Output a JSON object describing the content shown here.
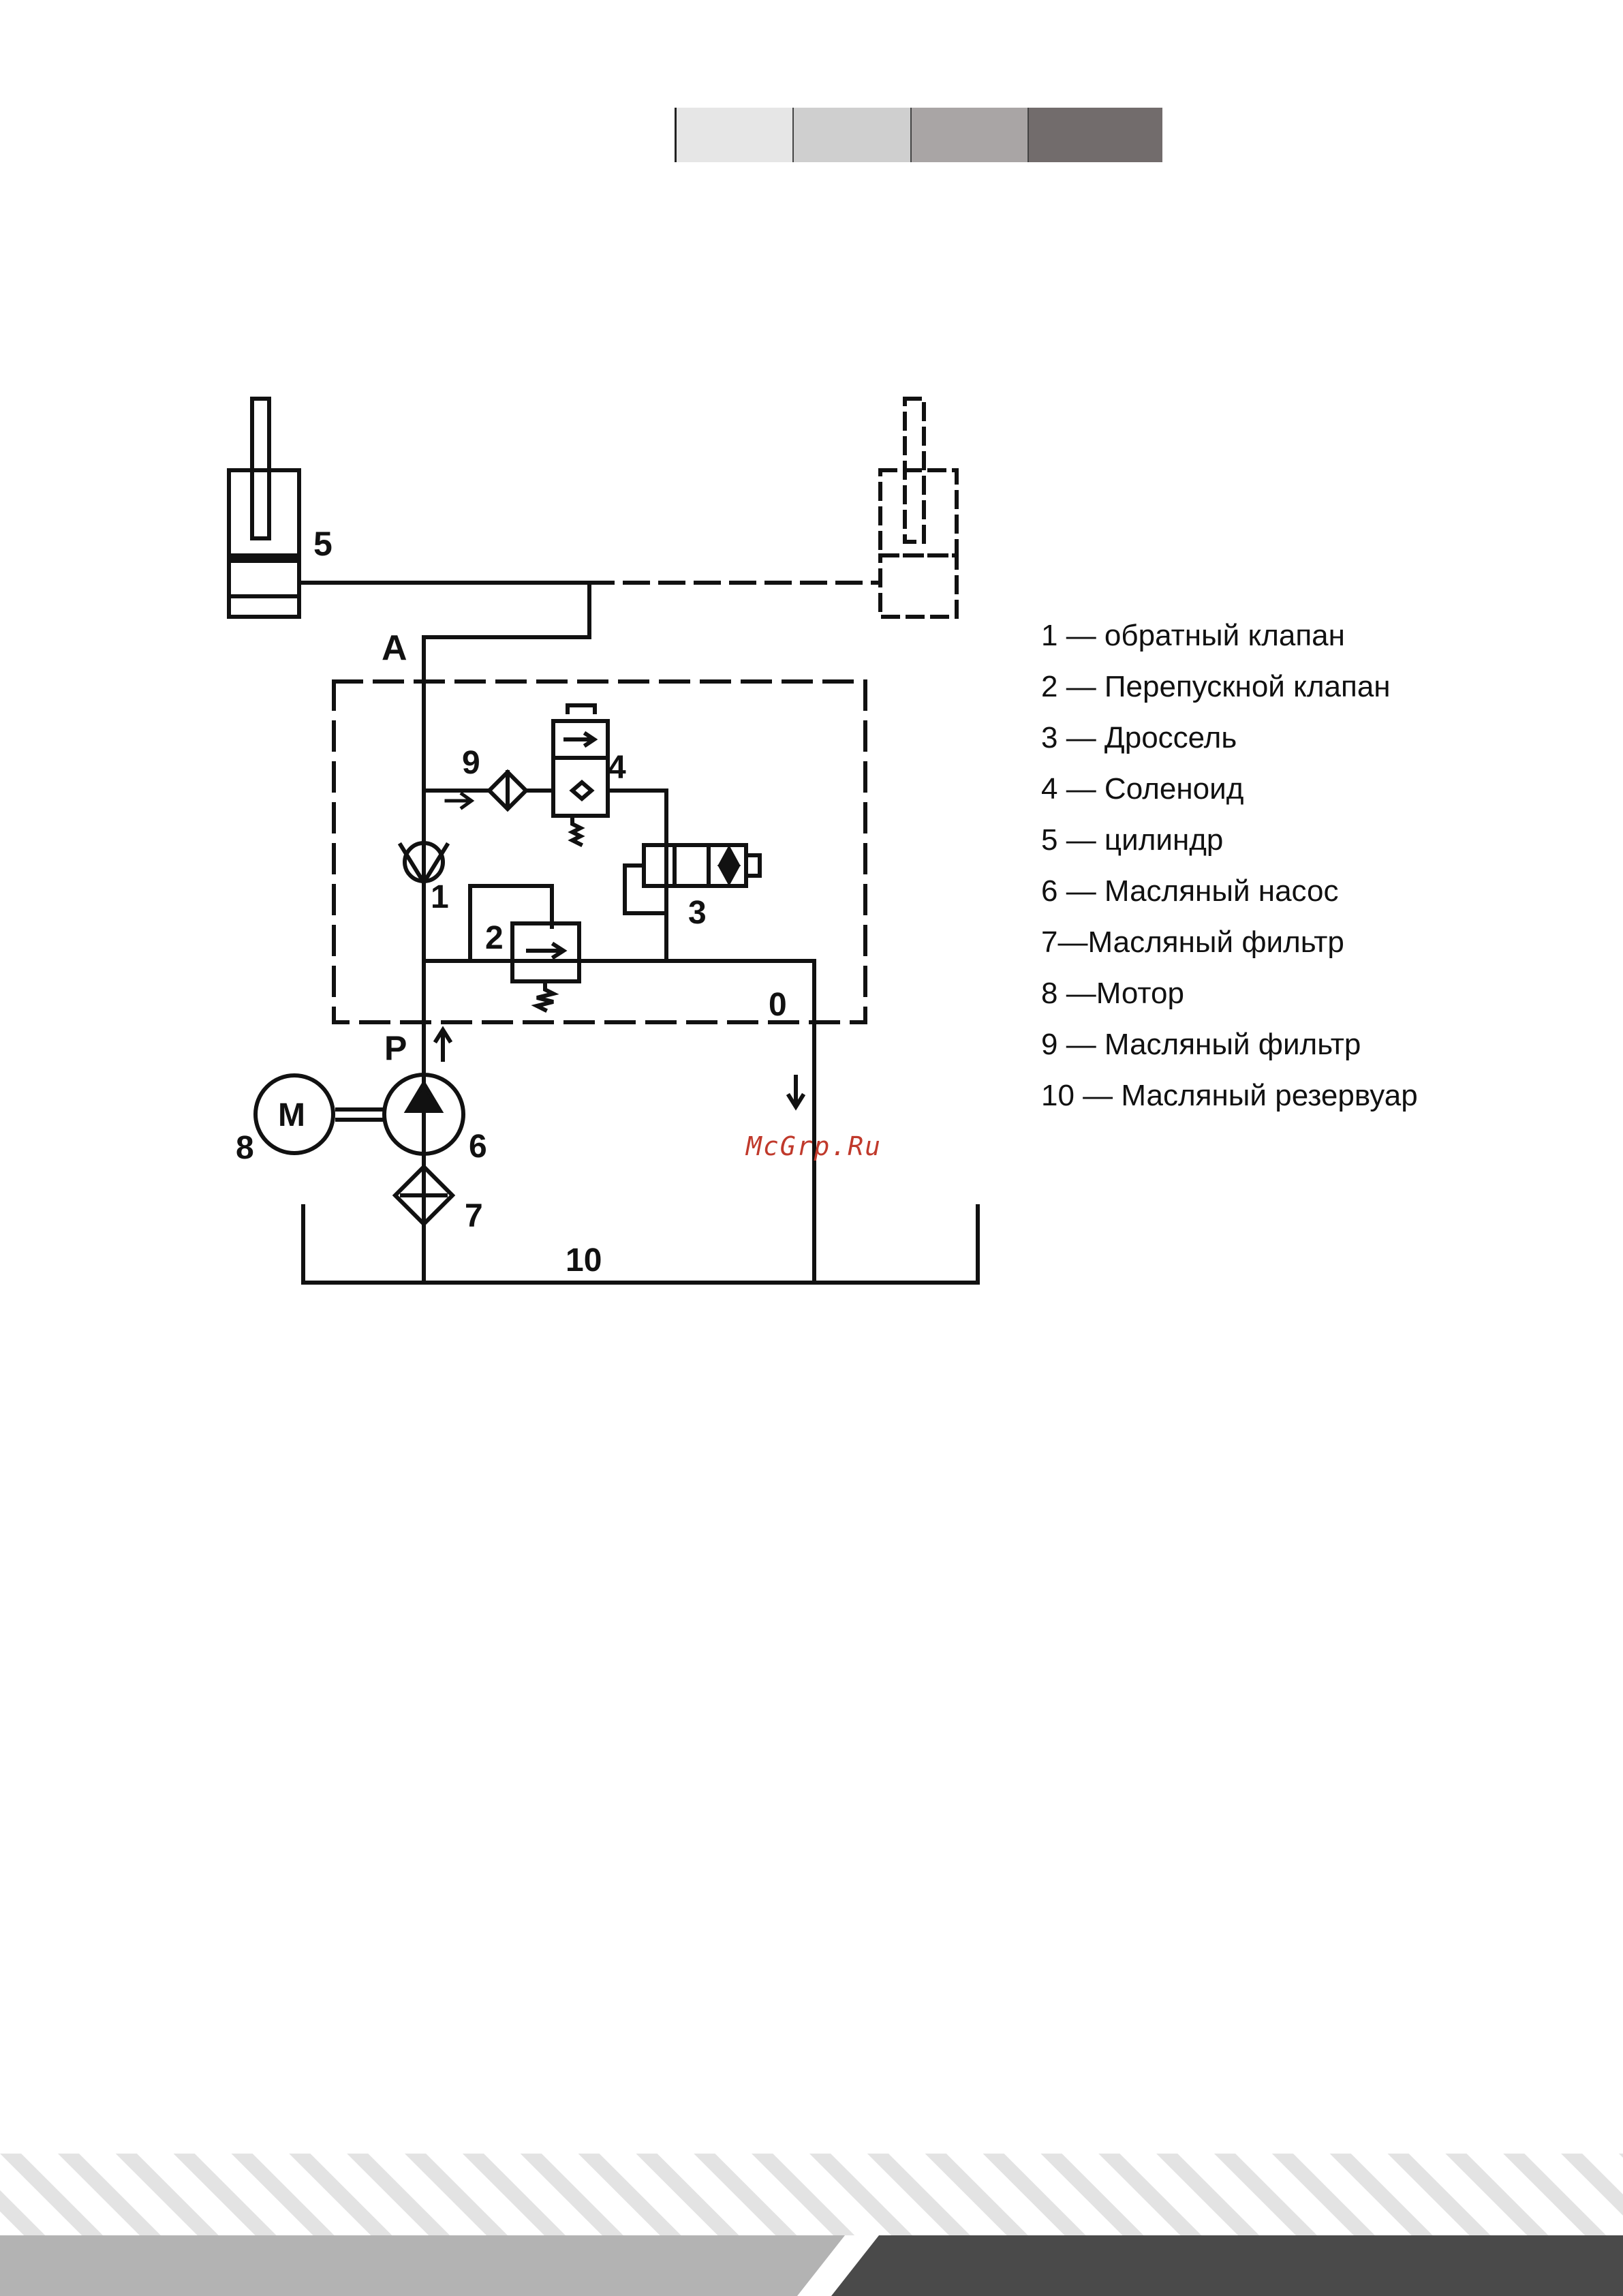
{
  "header": {
    "color_swatches": [
      "#e6e6e6",
      "#cfcfcf",
      "#a9a5a5",
      "#726c6c"
    ]
  },
  "diagram": {
    "labels": {
      "cylinder": "5",
      "line_a": "A",
      "filter_small": "9",
      "solenoid": "4",
      "check_valve": "1",
      "bypass_valve": "2",
      "throttle": "3",
      "return_line": "0",
      "pressure_line": "P",
      "motor_symbol": "M",
      "motor": "8",
      "pump": "6",
      "oil_filter": "7",
      "reservoir": "10"
    }
  },
  "legend": {
    "items": [
      "1 — обратный клапан",
      "2 — Перепускной клапан",
      "3 — Дроссель",
      "4 — Соленоид",
      "5 — цилиндр",
      "6 — Масляный насос",
      "7—Масляный фильтр",
      "8 —Мотор",
      "9 — Масляный фильтр",
      "10 — Масляный резервуар"
    ]
  },
  "watermark": {
    "text": "McGrp.Ru"
  },
  "footer": {
    "colors": {
      "light": "#b3b3b3",
      "dark": "#4a4a4a",
      "stripes": "#e3e3e3"
    }
  }
}
